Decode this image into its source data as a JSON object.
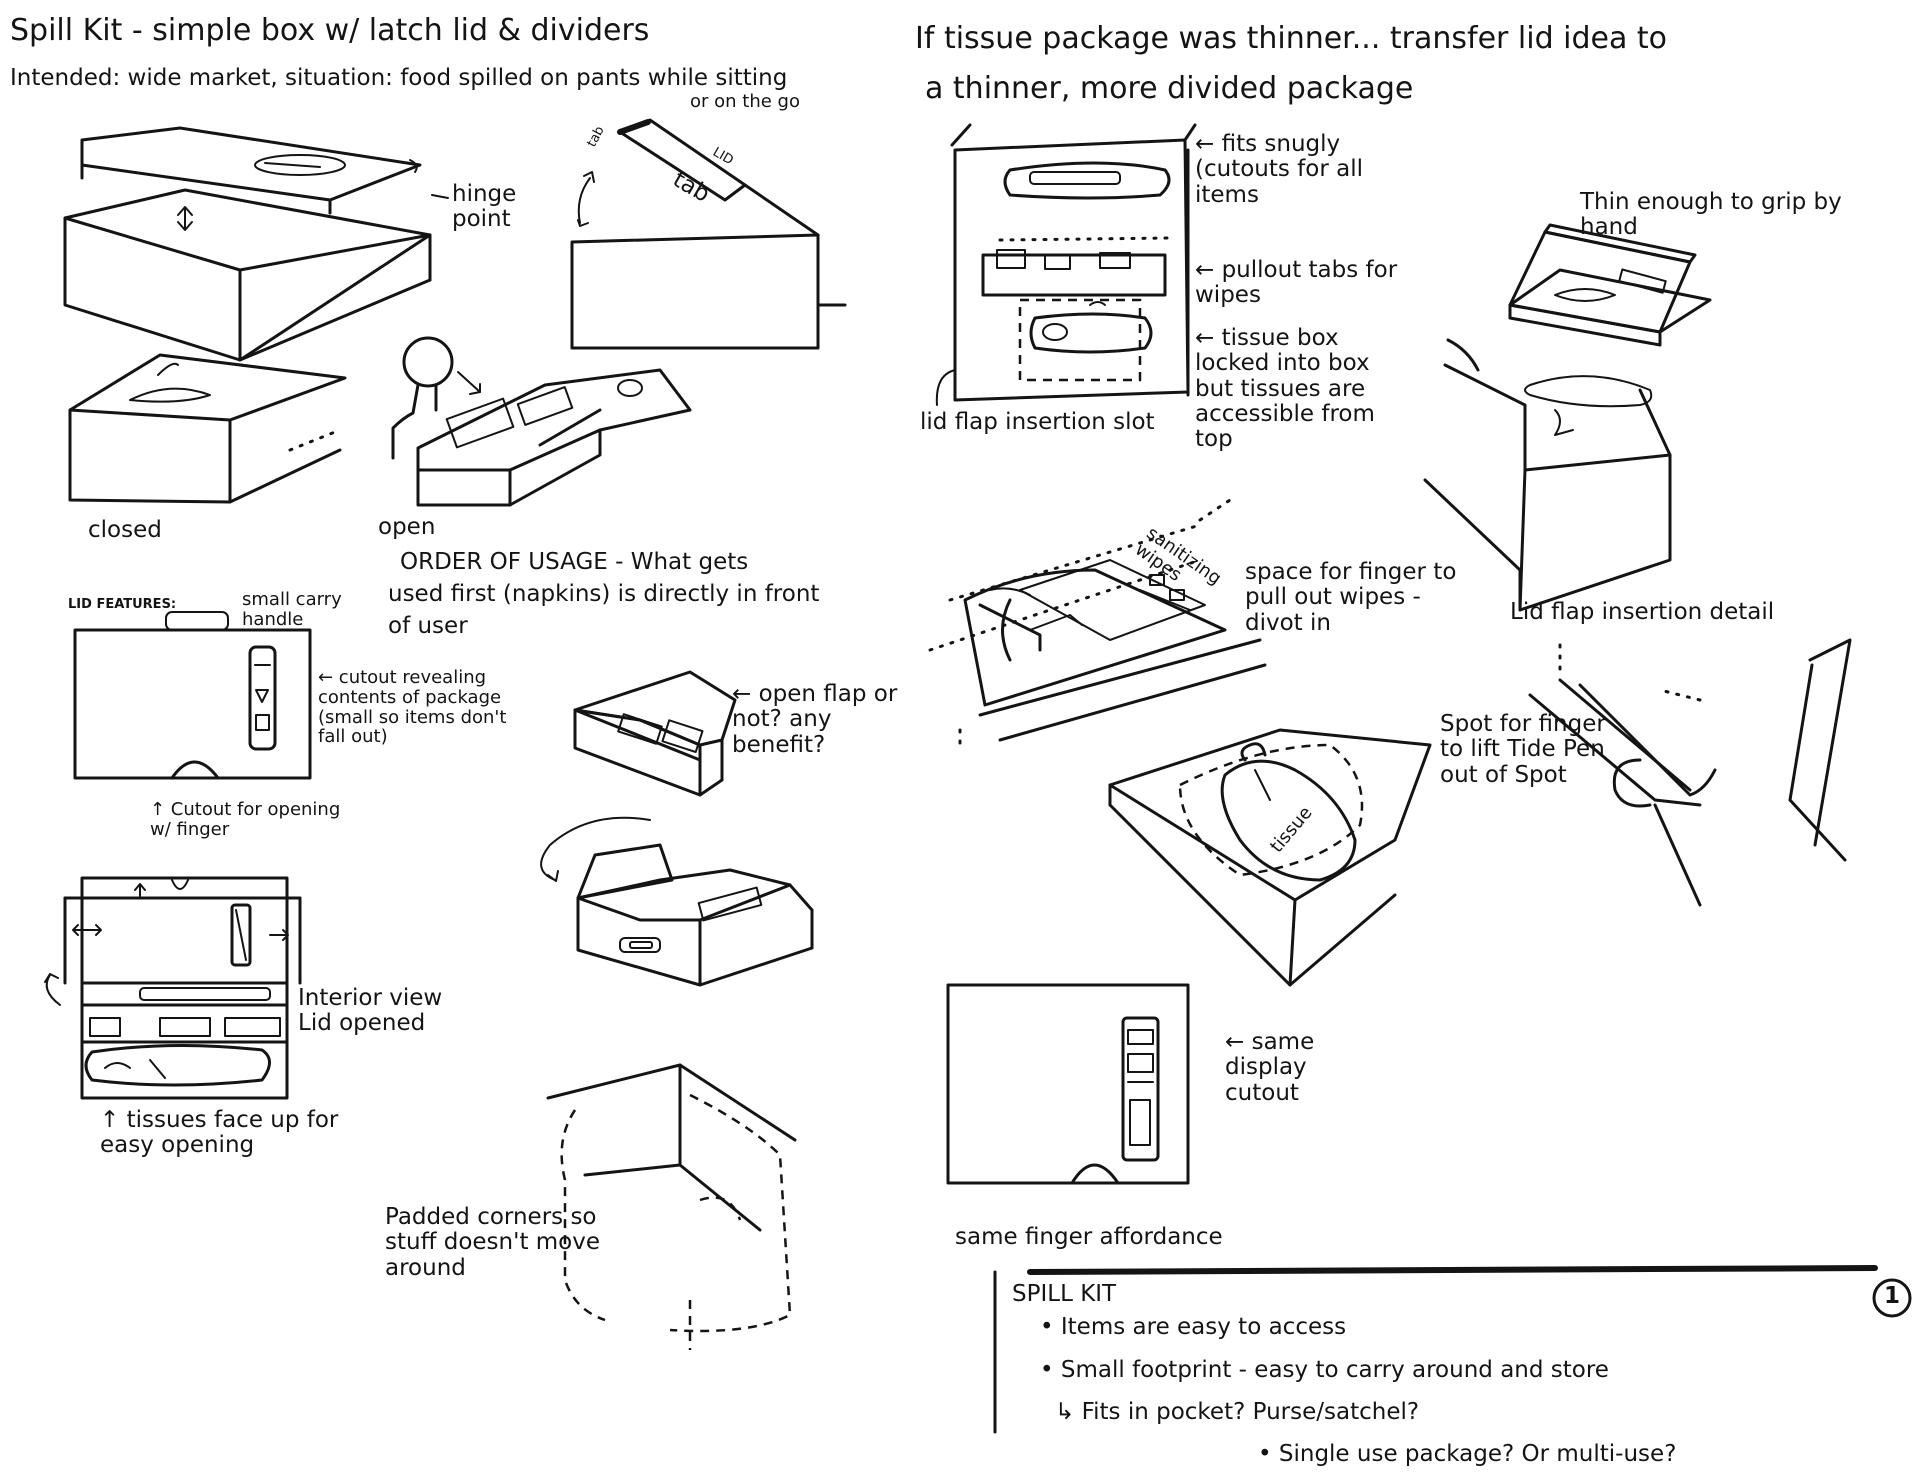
{
  "header": {
    "title": "Spill Kit - simple box w/ latch lid & dividers",
    "intended": "Intended: wide market, situation: food spilled on pants while sitting",
    "intended_cont": "or on the go",
    "right_line1": "If tissue package was thinner... transfer lid idea to",
    "right_line2": "a thinner, more divided package"
  },
  "left_notes": {
    "hinge_point": "hinge point",
    "lid": "LID",
    "tab": "tab",
    "tab_small": "tab",
    "closed": "closed",
    "open": "open",
    "order_of_usage_heading": "ORDER OF USAGE",
    "order_of_usage_text_1": "- What gets",
    "order_of_usage_text_2": "used first (napkins) is directly in front",
    "order_of_usage_text_3": "of user",
    "lid_features": "LID FEATURES:",
    "small_carry_handle": "small carry handle",
    "cutout_revealing": "← cutout revealing contents of package (small so items don't fall out)",
    "cutout_finger": "↑ Cutout for opening w/ finger",
    "interior_view": "Interior view Lid opened",
    "tissues_face_up": "↑ tissues face up for easy opening",
    "open_flap": "← open flap or not? any benefit?",
    "padded_corners": "Padded corners so stuff doesn't move around"
  },
  "right_notes": {
    "fits_snugly": "← fits snugly (cutouts for all items",
    "pullout_tabs": "← pullout tabs for wipes",
    "tissue_box_locked": "← tissue box locked into box but tissues are accessible from top",
    "lid_flap_slot": "lid flap insertion slot",
    "thin_enough": "Thin enough to grip by hand",
    "sanitizing_wipes": "sanitizing wipes",
    "space_for_finger": "space for finger to pull out wipes - divot in",
    "lid_flap_detail": "Lid flap insertion detail",
    "spot_for_finger": "Spot for finger to lift Tide Pen out of Spot",
    "tissue": "tissue",
    "same_display": "← same display cutout",
    "same_finger": "same finger affordance"
  },
  "summary": {
    "heading": "SPILL KIT",
    "bullet1": "• Items are easy to access",
    "bullet2": "• Small footprint - easy to carry around and store",
    "bullet3": "↳ Fits in pocket? Purse/satchel?",
    "bullet4": "• Single use package? Or multi-use?",
    "page_number": "1"
  }
}
